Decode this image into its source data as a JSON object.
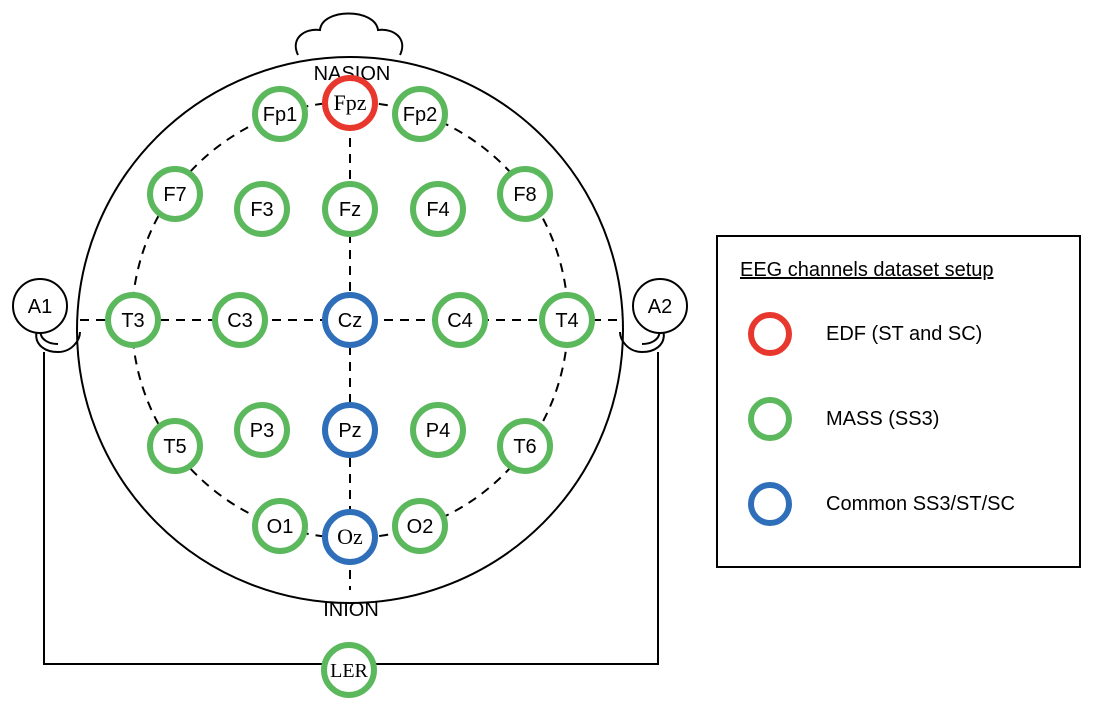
{
  "landmarks": {
    "nasion": "NASION",
    "inion": "INION"
  },
  "colors": {
    "edf": "#e8382d",
    "mass": "#5cb85c",
    "common": "#2f6fba",
    "line": "#000000"
  },
  "electrodes": {
    "Fpz": {
      "label": "Fpz",
      "group": "edf"
    },
    "Fp1": {
      "label": "Fp1",
      "group": "mass"
    },
    "Fp2": {
      "label": "Fp2",
      "group": "mass"
    },
    "F7": {
      "label": "F7",
      "group": "mass"
    },
    "F3": {
      "label": "F3",
      "group": "mass"
    },
    "Fz": {
      "label": "Fz",
      "group": "mass"
    },
    "F4": {
      "label": "F4",
      "group": "mass"
    },
    "F8": {
      "label": "F8",
      "group": "mass"
    },
    "T3": {
      "label": "T3",
      "group": "mass"
    },
    "C3": {
      "label": "C3",
      "group": "mass"
    },
    "Cz": {
      "label": "Cz",
      "group": "common"
    },
    "C4": {
      "label": "C4",
      "group": "mass"
    },
    "T4": {
      "label": "T4",
      "group": "mass"
    },
    "T5": {
      "label": "T5",
      "group": "mass"
    },
    "P3": {
      "label": "P3",
      "group": "mass"
    },
    "Pz": {
      "label": "Pz",
      "group": "common"
    },
    "P4": {
      "label": "P4",
      "group": "mass"
    },
    "T6": {
      "label": "T6",
      "group": "mass"
    },
    "O1": {
      "label": "O1",
      "group": "mass"
    },
    "Oz": {
      "label": "Oz",
      "group": "common"
    },
    "O2": {
      "label": "O2",
      "group": "mass"
    },
    "LER": {
      "label": "LER",
      "group": "mass"
    }
  },
  "ears": {
    "left": "A1",
    "right": "A2"
  },
  "legend": {
    "title": "EEG channels dataset setup",
    "items": [
      {
        "label": "EDF (ST and SC)",
        "group": "edf"
      },
      {
        "label": "MASS (SS3)",
        "group": "mass"
      },
      {
        "label": "Common SS3/ST/SC",
        "group": "common"
      }
    ]
  }
}
